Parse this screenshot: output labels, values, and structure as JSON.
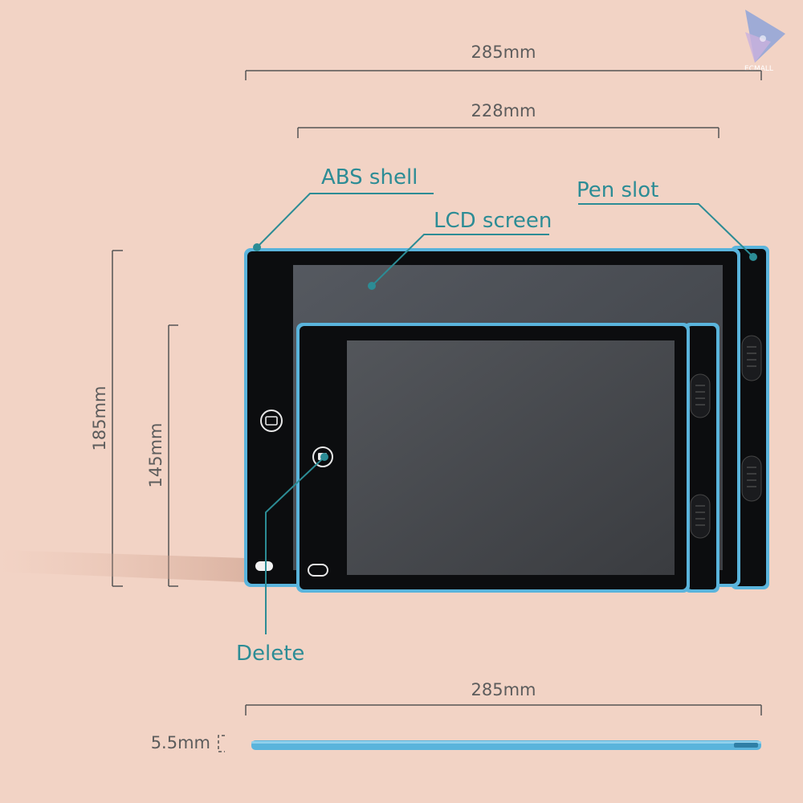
{
  "dimensions": {
    "width_total": "285mm",
    "width_screen": "228mm",
    "height_large": "185mm",
    "height_small": "145mm",
    "width_side": "285mm",
    "thickness": "5.5mm"
  },
  "callouts": {
    "abs_shell": "ABS shell",
    "lcd_screen": "LCD screen",
    "pen_slot": "Pen slot",
    "delete": "Delete"
  },
  "watermark": {
    "text": "ECMALL"
  },
  "colors": {
    "background": "#f2d3c5",
    "tablet_border": "#5ab4dc",
    "tablet_body": "#0c0d0f",
    "screen": "#4a4d52",
    "callout": "#2c8c95",
    "dimension_line": "#555555"
  }
}
